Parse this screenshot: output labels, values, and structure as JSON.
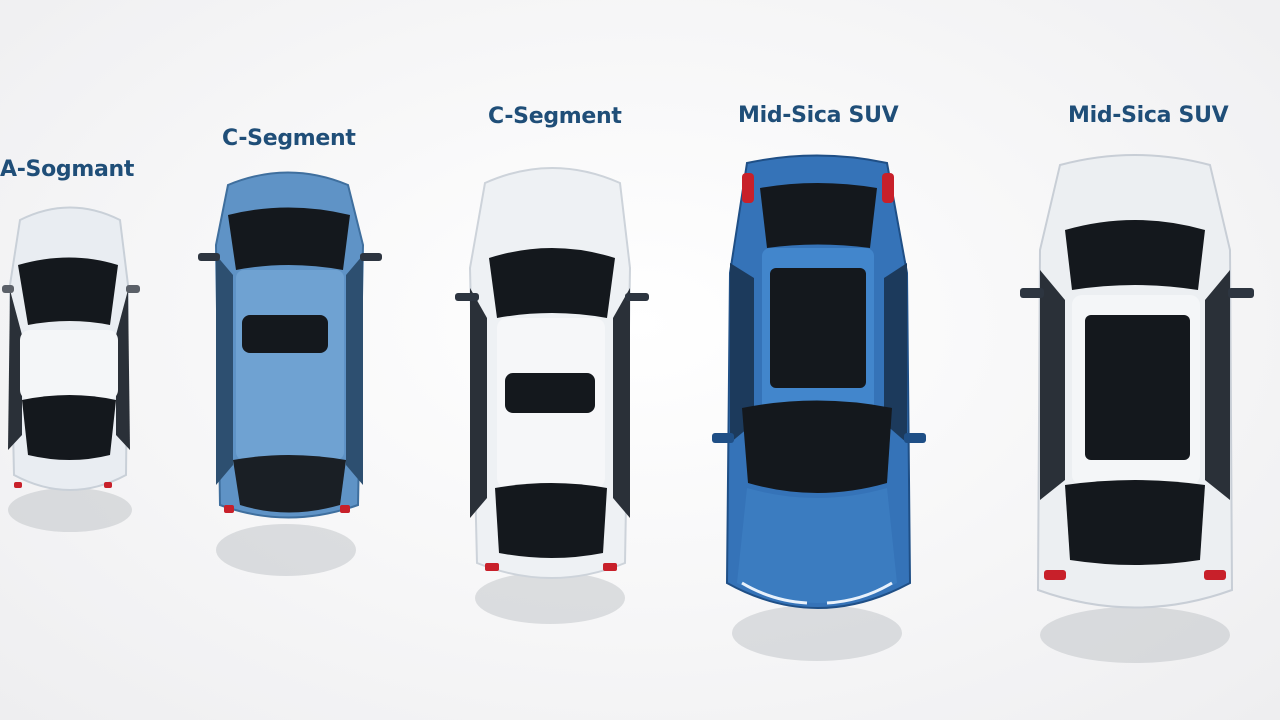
{
  "labels": [
    "A-Sogmant",
    "C-Segment",
    "C-Segment",
    "Mid-Sica SUV",
    "Mid-Sica SUV"
  ],
  "cars": [
    {
      "body_color": "#e9edf2",
      "shade_color": "#c9d0d8",
      "kind": "hatch"
    },
    {
      "body_color": "#5f93c6",
      "shade_color": "#3f6f9e",
      "kind": "hatch"
    },
    {
      "body_color": "#eef1f4",
      "shade_color": "#cdd3da",
      "kind": "sedan"
    },
    {
      "body_color": "#3573b8",
      "shade_color": "#1f4f86",
      "kind": "suv-blue"
    },
    {
      "body_color": "#eceff2",
      "shade_color": "#c8ced6",
      "kind": "suv"
    }
  ],
  "colors": {
    "label": "#1f4e78",
    "glass": "#14181d",
    "taillight": "#c8202a",
    "shadow": "#b9bcc2"
  }
}
